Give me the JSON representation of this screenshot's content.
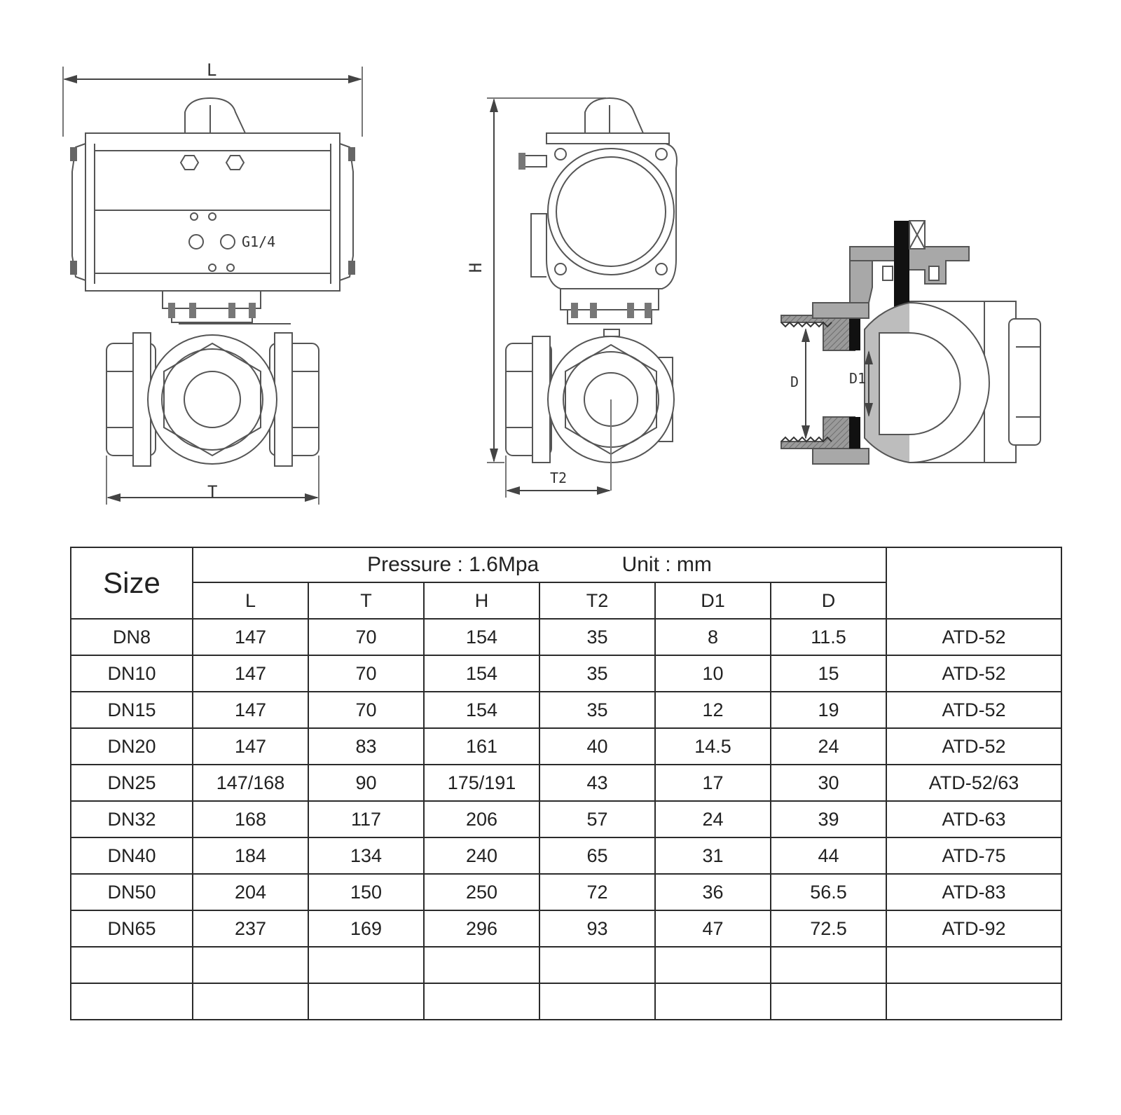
{
  "drawing_labels": {
    "front_length": "L",
    "front_width": "T",
    "front_port": "G1/4",
    "side_height": "H",
    "side_width": "T2",
    "section_outer": "D",
    "section_inner": "D1"
  },
  "table": {
    "size_header": "Size",
    "pressure_label": "Pressure : 1.6Mpa",
    "unit_label": "Unit : mm",
    "columns": [
      "L",
      "T",
      "H",
      "T2",
      "D1",
      "D"
    ],
    "rows": [
      {
        "size": "DN8",
        "L": "147",
        "T": "70",
        "H": "154",
        "T2": "35",
        "D1": "8",
        "D": "11.5",
        "actuator": "ATD-52"
      },
      {
        "size": "DN10",
        "L": "147",
        "T": "70",
        "H": "154",
        "T2": "35",
        "D1": "10",
        "D": "15",
        "actuator": "ATD-52"
      },
      {
        "size": "DN15",
        "L": "147",
        "T": "70",
        "H": "154",
        "T2": "35",
        "D1": "12",
        "D": "19",
        "actuator": "ATD-52"
      },
      {
        "size": "DN20",
        "L": "147",
        "T": "83",
        "H": "161",
        "T2": "40",
        "D1": "14.5",
        "D": "24",
        "actuator": "ATD-52"
      },
      {
        "size": "DN25",
        "L": "147/168",
        "T": "90",
        "H": "175/191",
        "T2": "43",
        "D1": "17",
        "D": "30",
        "actuator": "ATD-52/63"
      },
      {
        "size": "DN32",
        "L": "168",
        "T": "117",
        "H": "206",
        "T2": "57",
        "D1": "24",
        "D": "39",
        "actuator": "ATD-63"
      },
      {
        "size": "DN40",
        "L": "184",
        "T": "134",
        "H": "240",
        "T2": "65",
        "D1": "31",
        "D": "44",
        "actuator": "ATD-75"
      },
      {
        "size": "DN50",
        "L": "204",
        "T": "150",
        "H": "250",
        "T2": "72",
        "D1": "36",
        "D": "56.5",
        "actuator": "ATD-83"
      },
      {
        "size": "DN65",
        "L": "237",
        "T": "169",
        "H": "296",
        "T2": "93",
        "D1": "47",
        "D": "72.5",
        "actuator": "ATD-92"
      }
    ]
  }
}
